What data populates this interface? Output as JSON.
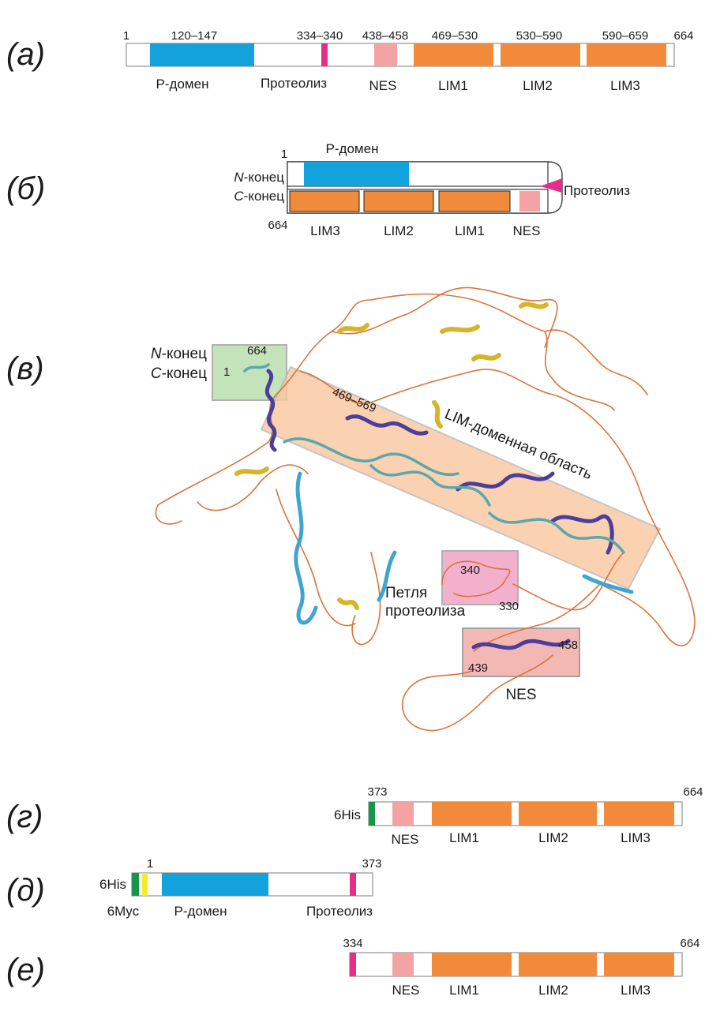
{
  "panels": {
    "a": {
      "label": "(а)",
      "numbers": {
        "start": "1",
        "p_domain": "120–147",
        "proteolysis": "334–340",
        "nes": "438–458",
        "lim1": "469–530",
        "lim2": "530–590",
        "lim3": "590–659",
        "end": "664"
      },
      "labels": {
        "p_domain": "Р-домен",
        "proteolysis": "Протеолиз",
        "nes": "NES",
        "lim1": "LIM1",
        "lim2": "LIM2",
        "lim3": "LIM3"
      }
    },
    "b": {
      "label": "(б)",
      "numbers": {
        "start": "1",
        "end": "664"
      },
      "labels": {
        "n_end": "N-конец",
        "c_end": "C-конец",
        "p_domain": "Р-домен",
        "proteolysis": "Протеолиз",
        "lim3": "LIM3",
        "lim2": "LIM2",
        "lim1": "LIM1",
        "nes": "NES"
      }
    },
    "v": {
      "label": "(в)",
      "labels": {
        "n_end": "N-конец",
        "c_end": "C-конец",
        "residue_1": "1",
        "residue_664": "664",
        "lim_range": "469–569",
        "lim_region": "LIM-доменная область",
        "loop_340": "340",
        "loop_330": "330",
        "loop_line1": "Петля",
        "loop_line2": "протеолиза",
        "nes_458": "458",
        "nes_439": "439",
        "nes": "NES"
      }
    },
    "g": {
      "label": "(г)",
      "numbers": {
        "start": "373",
        "end": "664"
      },
      "labels": {
        "tag": "6His",
        "nes": "NES",
        "lim1": "LIM1",
        "lim2": "LIM2",
        "lim3": "LIM3"
      }
    },
    "d": {
      "label": "(д)",
      "numbers": {
        "start": "1",
        "end": "373"
      },
      "labels": {
        "his": "6His",
        "myc": "6Myc",
        "p_domain": "Р-домен",
        "proteolysis": "Протеолиз"
      }
    },
    "e": {
      "label": "(е)",
      "numbers": {
        "start": "334",
        "end": "664"
      },
      "labels": {
        "nes": "NES",
        "lim1": "LIM1",
        "lim2": "LIM2",
        "lim3": "LIM3"
      }
    }
  },
  "colors": {
    "lim": "#f28a3c",
    "p_domain": "#14a2dc",
    "nes": "#f4a3a3",
    "proteolysis": "#e52e8c",
    "his_tag": "#16964a",
    "myc_tag": "#f5ea2b",
    "termini_box": "#bfe0b4",
    "lim_region_box": "#f9c8a0",
    "loop_box": "#f2a8c8",
    "nes_box": "#f2b1ac"
  }
}
